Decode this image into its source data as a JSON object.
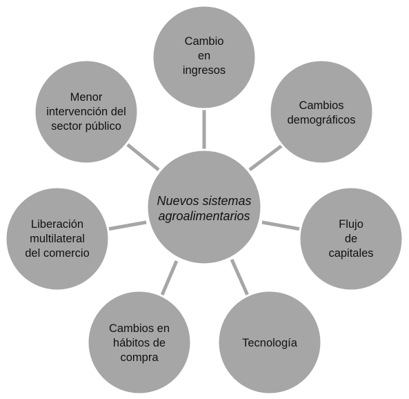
{
  "diagram": {
    "colors": {
      "node_fill": "#a6a6a6",
      "connector": "#a6a6a6",
      "text": "#111111",
      "background": "#ffffff"
    },
    "center": {
      "lines": [
        "Nuevos sistemas",
        "agroalimentarios"
      ]
    },
    "nodes": [
      {
        "lines": [
          "Cambio",
          "en",
          "ingresos"
        ]
      },
      {
        "lines": [
          "Cambios",
          "demográficos"
        ]
      },
      {
        "lines": [
          "Flujo",
          "de",
          "capitales"
        ]
      },
      {
        "lines": [
          "Tecnología"
        ]
      },
      {
        "lines": [
          "Cambios en",
          "hábitos de",
          "compra"
        ]
      },
      {
        "lines": [
          "Liberación",
          "multilateral",
          "del comercio"
        ]
      },
      {
        "lines": [
          "Menor",
          "intervención del",
          "sector público"
        ]
      }
    ]
  }
}
